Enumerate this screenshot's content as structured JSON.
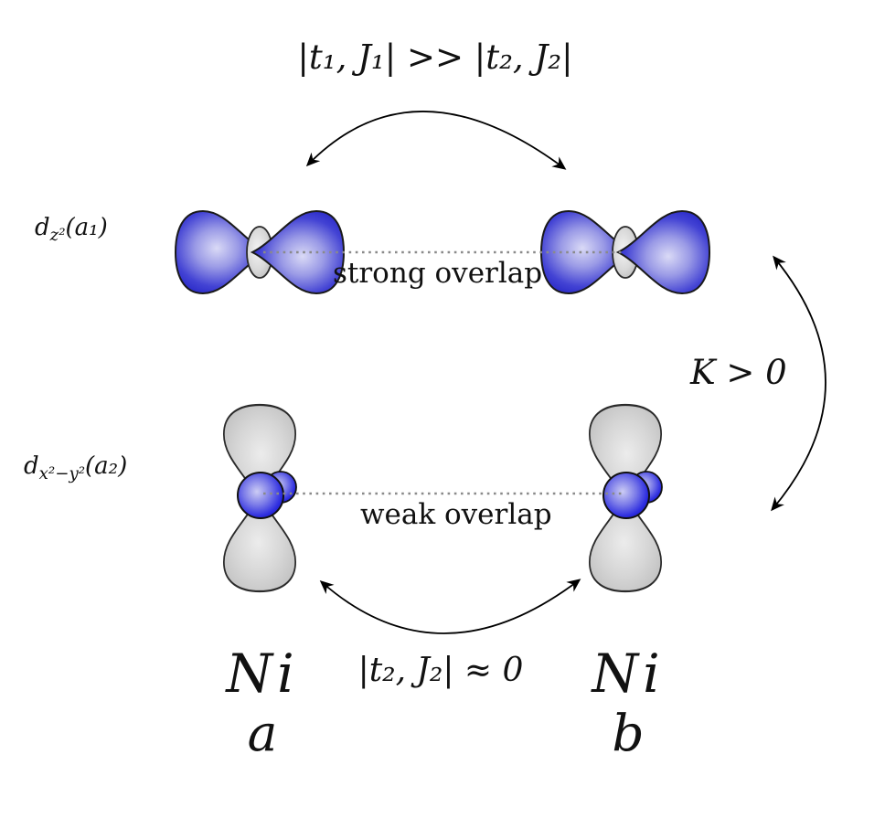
{
  "figure": {
    "labels": {
      "top_relation": "|t₁, J₁| >> |t₂, J₂|",
      "row1_orbital": {
        "base": "d",
        "sub": "z²",
        "arg": "(a₁)"
      },
      "row1_overlap": "strong overlap",
      "exchange": "K > 0",
      "row2_orbital": {
        "base": "d",
        "sub": "x²−y²",
        "arg": "(a₂)"
      },
      "row2_overlap": "weak overlap",
      "bottom_relation": "|t₂, J₂| ≈ 0"
    },
    "atoms": [
      {
        "symbol": "Ni",
        "site": "a"
      },
      {
        "symbol": "Ni",
        "site": "b"
      }
    ],
    "colors": {
      "orbital_blue": "#2b2bcd",
      "orbital_blue_highlight": "#d8d8f4",
      "orbital_gray": "#d4d4d4",
      "sphere_blue": "#2424dd",
      "dotted_axis": "#8a8a8a",
      "arrows_and_text": "#111111",
      "background": "#ffffff"
    }
  }
}
